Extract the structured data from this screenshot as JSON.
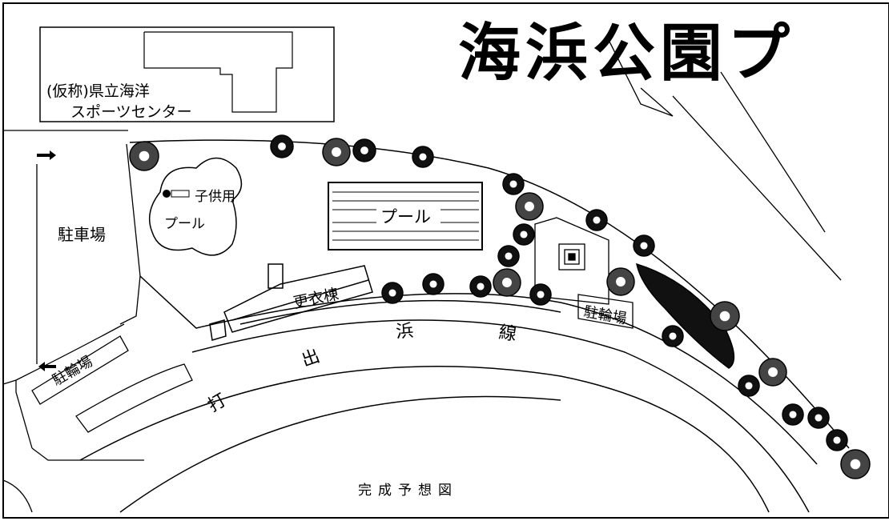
{
  "title": "海浜公園プ",
  "labels": {
    "sports_center_line1": "(仮称)県立海洋",
    "sports_center_line2": "スポーツセンター",
    "parking": "駐車場",
    "kids_pool_1": "子供用",
    "kids_pool_2": "プール",
    "main_pool": "プール",
    "changing_building": "更衣棟",
    "bike_parking_right": "駐輪場",
    "bike_parking_left": "駐輪場",
    "road_1": "打",
    "road_2": "出",
    "road_3": "浜",
    "road_4": "線",
    "caption": "完成予想図"
  },
  "icons": {
    "arrow_in": "arrow-right-icon",
    "arrow_out": "arrow-left-icon",
    "tree": "tree-icon"
  }
}
